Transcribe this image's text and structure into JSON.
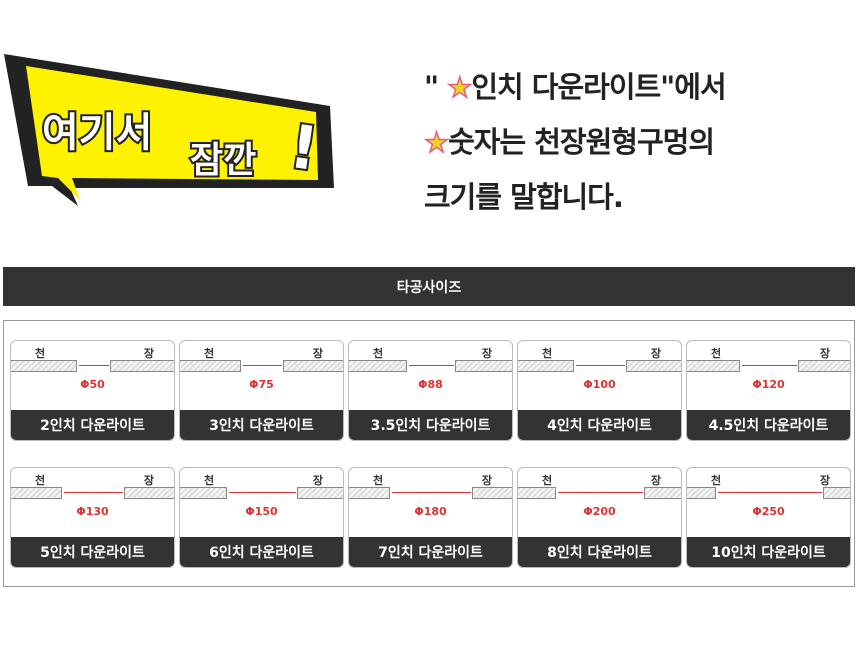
{
  "logo": {
    "text1": "여기서",
    "text2": "잠깐",
    "mark": "!"
  },
  "note": {
    "line1_prefix": "\" ",
    "line1_star": "★",
    "line1_rest": "인치 다운라이트\"에서",
    "line2_star": "★",
    "line2_rest": "숫자는 천장원형구멍의",
    "line3": "크기를 말합니다."
  },
  "section_title": "타공사이즈",
  "ceiling_left": "천",
  "ceiling_right": "장",
  "cards": [
    {
      "diameter": "Φ50",
      "value": 50,
      "label": "2인치 다운라이트"
    },
    {
      "diameter": "Φ75",
      "value": 75,
      "label": "3인치 다운라이트"
    },
    {
      "diameter": "Φ88",
      "value": 88,
      "label": "3.5인치 다운라이트"
    },
    {
      "diameter": "Φ100",
      "value": 100,
      "label": "4인치 다운라이트"
    },
    {
      "diameter": "Φ120",
      "value": 120,
      "label": "4.5인치 다운라이트"
    },
    {
      "diameter": "Φ130",
      "value": 130,
      "label": "5인치 다운라이트"
    },
    {
      "diameter": "Φ150",
      "value": 150,
      "label": "6인치 다운라이트"
    },
    {
      "diameter": "Φ180",
      "value": 180,
      "label": "7인치 다운라이트"
    },
    {
      "diameter": "Φ200",
      "value": 200,
      "label": "8인치 다운라이트"
    },
    {
      "diameter": "Φ250",
      "value": 250,
      "label": "10인치 다운라이트"
    }
  ]
}
